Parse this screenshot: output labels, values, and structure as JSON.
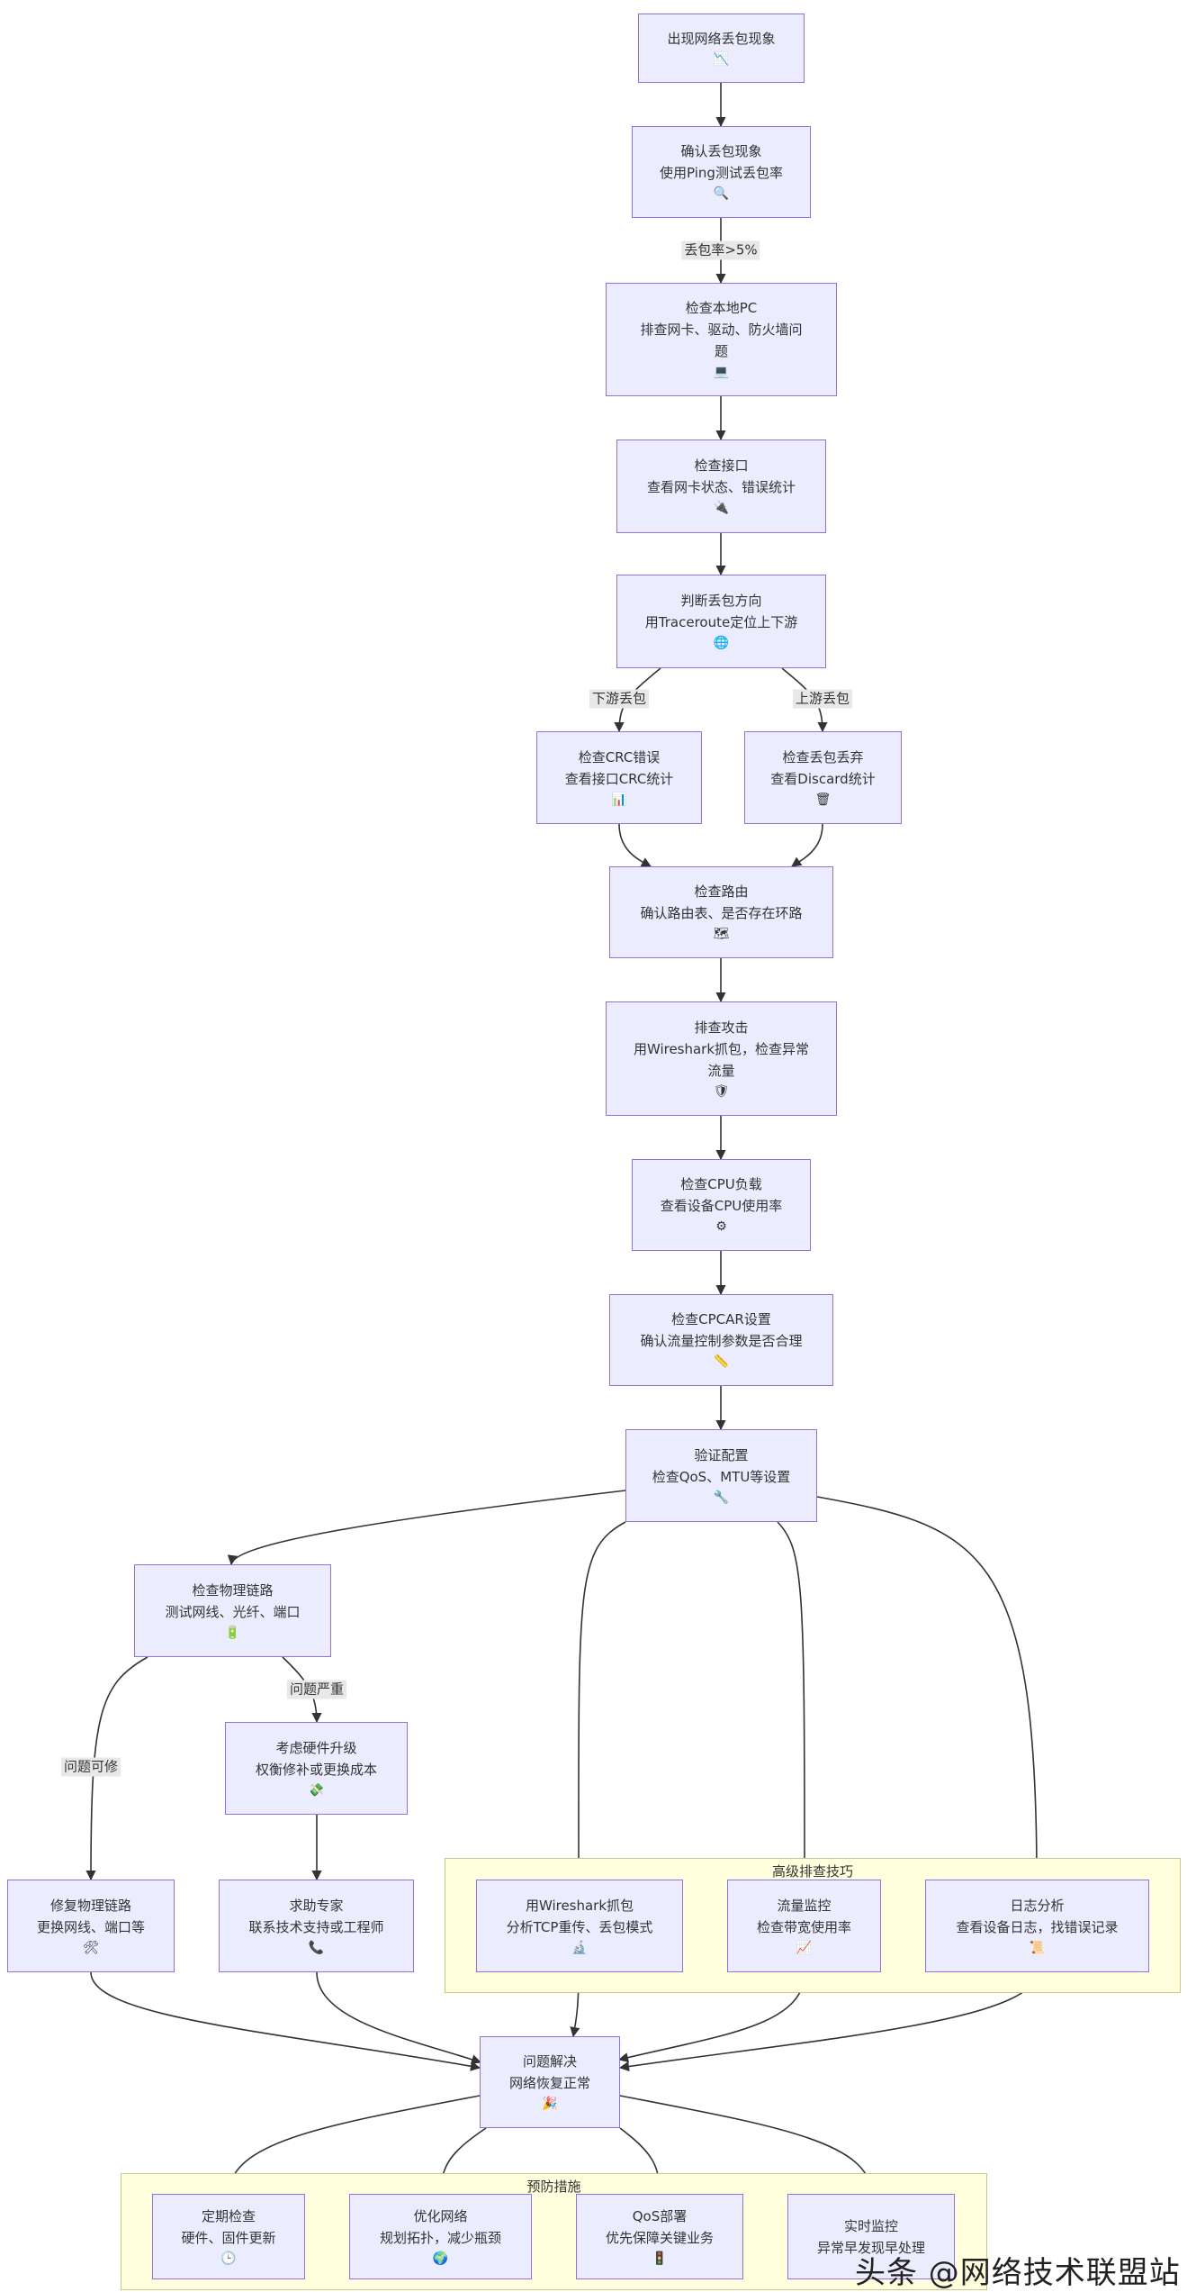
{
  "nodes": {
    "start": {
      "line1": "出现网络丢包现象",
      "icon": "📉"
    },
    "confirm": {
      "line1": "确认丢包现象",
      "line2": "使用Ping测试丢包率",
      "icon": "🔍"
    },
    "localpc": {
      "line1": "检查本地PC",
      "line2": "排查网卡、驱动、防火墙问",
      "line3": "题",
      "icon": "💻"
    },
    "iface": {
      "line1": "检查接口",
      "line2": "查看网卡状态、错误统计",
      "icon": "🔌"
    },
    "direction": {
      "line1": "判断丢包方向",
      "line2": "用Traceroute定位上下游",
      "icon": "🌐"
    },
    "crc": {
      "line1": "检查CRC错误",
      "line2": "查看接口CRC统计",
      "icon": "📊"
    },
    "discard": {
      "line1": "检查丢包丢弃",
      "line2": "查看Discard统计",
      "icon": "🗑"
    },
    "route": {
      "line1": "检查路由",
      "line2": "确认路由表、是否存在环路",
      "icon": "🗺"
    },
    "attack": {
      "line1": "排查攻击",
      "line2": "用Wireshark抓包，检查异常",
      "line3": "流量",
      "icon": "🛡"
    },
    "cpu": {
      "line1": "检查CPU负载",
      "line2": "查看设备CPU使用率",
      "icon": "⚙"
    },
    "cpcar": {
      "line1": "检查CPCAR设置",
      "line2": "确认流量控制参数是否合理",
      "icon": "📏"
    },
    "verify": {
      "line1": "验证配置",
      "line2": "检查QoS、MTU等设置",
      "icon": "🔧"
    },
    "phys": {
      "line1": "检查物理链路",
      "line2": "测试网线、光纤、端口",
      "icon": "🔋"
    },
    "hardware": {
      "line1": "考虑硬件升级",
      "line2": "权衡修补或更换成本",
      "icon": "💸"
    },
    "fix": {
      "line1": "修复物理链路",
      "line2": "更换网线、端口等",
      "icon": "🛠"
    },
    "expert": {
      "line1": "求助专家",
      "line2": "联系技术支持或工程师",
      "icon": "📞"
    },
    "wireshark": {
      "line1": "用Wireshark抓包",
      "line2": "分析TCP重传、丢包模式",
      "icon": "🔬"
    },
    "traffic": {
      "line1": "流量监控",
      "line2": "检查带宽使用率",
      "icon": "📈"
    },
    "log": {
      "line1": "日志分析",
      "line2": "查看设备日志，找错误记录",
      "icon": "📜"
    },
    "resolved": {
      "line1": "问题解决",
      "line2": "网络恢复正常",
      "icon": "🎉"
    },
    "regular": {
      "line1": "定期检查",
      "line2": "硬件、固件更新",
      "icon": "🕒"
    },
    "optimize": {
      "line1": "优化网络",
      "line2": "规划拓扑，减少瓶颈",
      "icon": "🌍"
    },
    "qos": {
      "line1": "QoS部署",
      "line2": "优先保障关键业务",
      "icon": "🚦"
    },
    "realtime": {
      "line1": "实时监控",
      "line2": "异常早发现早处理",
      "icon": ""
    }
  },
  "edge_labels": {
    "loss_rate": "丢包率>5%",
    "downstream": "下游丢包",
    "upstream": "上游丢包",
    "serious": "问题严重",
    "repairable": "问题可修"
  },
  "clusters": {
    "advanced": "高级排查技巧",
    "prevention": "预防措施"
  },
  "watermark": "头条 @网络技术联盟站"
}
